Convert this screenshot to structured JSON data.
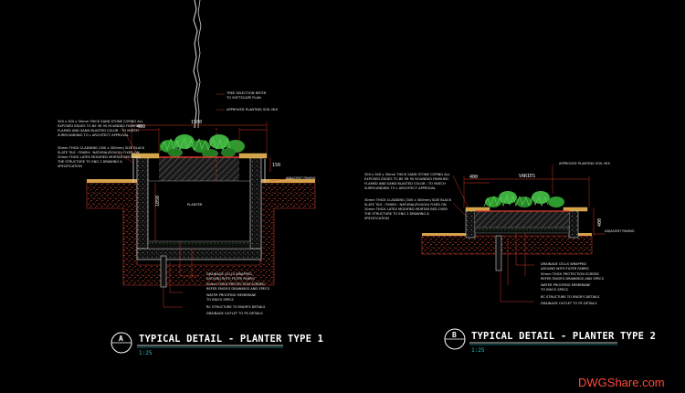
{
  "planter1": {
    "dims": {
      "overall": "1500",
      "coping": "400",
      "side": "150",
      "depth": "1050"
    },
    "label_planter": "PLANTER",
    "tree_note": [
      "TREE SELECTION REFER",
      "TO SOFTSCAPE PLAN"
    ],
    "soil_note": "APPROVED PLANTING SOIL MIX",
    "coping_note": [
      "300 x 300 x 30mm THICK SAND STONE COPING ALL",
      "EXPOSED EDGES TO BE 5R 9S ROUNDED FINISHED",
      "FLAMED AND SAND BLASTED COLOR : TO MATCH",
      "SURROUNDING TO L ARCHITECT APPROVAL"
    ],
    "cladding_note": [
      "30mm THICK CLADDING (300 x 300mm) SIZE BLACK",
      "SLATE TILE : FINISH : NATURAL/ROUGH) FIXED ON",
      "20mm THICK LATEX MODIFIED MORTAR BED OVER",
      "THE STRUCTURE TO ENG 2 DRAWING &",
      "SPECIFICATION"
    ],
    "paving_note": "ADJACENT PAVING",
    "bottom_notes": [
      "DRAINAGE CELLS WRAPPED",
      "AROUND WITH FILTER FABRIC",
      "50mm THICK PROTECTION SCREED",
      "REFER ENGR'S DRAWINGS AND SPECS",
      "WATER PROOFING MEMBRANE",
      "TO ENG'S SPECS",
      "RC STRUCTURE TO ENGR'S DETAILS",
      "DRAINAGE OUTLET TO PS DETAILS"
    ],
    "bubble": "A",
    "title": "TYPICAL DETAIL - PLANTER TYPE 1",
    "scale": "1:25"
  },
  "planter2": {
    "dims": {
      "overall": "VARIES",
      "coping": "400",
      "height": "400"
    },
    "soil_note": "APPROVED PLANTING SOIL MIX",
    "coping_note": [
      "300 x 300 x 30mm THICK SAND STONE COPING ALL",
      "EXPOSED EDGES TO BE 5R 9S ROUNDED FINISHED",
      "FLAMED AND SAND BLASTED COLOR : TO MATCH",
      "SURROUNDING TO L ARCHITECT APPROVAL"
    ],
    "cladding_note": [
      "30mm THICK CLADDING (300 x 300mm) SIZE BLACK",
      "SLATE TILE : FINISH : NATURAL/ROUGH) FIXED ON",
      "20mm THICK LATEX MODIFIED MORTAR BED OVER",
      "THE STRUCTURE TO ENG 2 DRAWING &",
      "SPECIFICATION"
    ],
    "paving_note": "ADJACENT PAVING",
    "bottom_notes": [
      "DRAINAGE CELLS WRAPPED",
      "AROUND WITH FILTER FABRIC",
      "50mm THICK PROTECTION SCREED",
      "REFER ENGR'S DRAWINGS AND SPECS",
      "WATER PROOFING MEMBRANE",
      "TO ENG'S SPECS",
      "RC STRUCTURE TO ENGR'S DETAILS",
      "DRAINAGE OUTLET TO PS DETAILS"
    ],
    "bubble": "B",
    "title": "TYPICAL DETAIL - PLANTER TYPE 2",
    "scale": "1:25"
  },
  "watermark": "DWGShare.com",
  "colors": {
    "background": "#000000",
    "structure": "#cfcfcf",
    "earth": "#c0392b",
    "soil": "#8a8a8a",
    "plants": "#2e9b2e",
    "paving": "#d4a24a",
    "leader": "#e03a2a",
    "scale": "#22c7c7"
  }
}
